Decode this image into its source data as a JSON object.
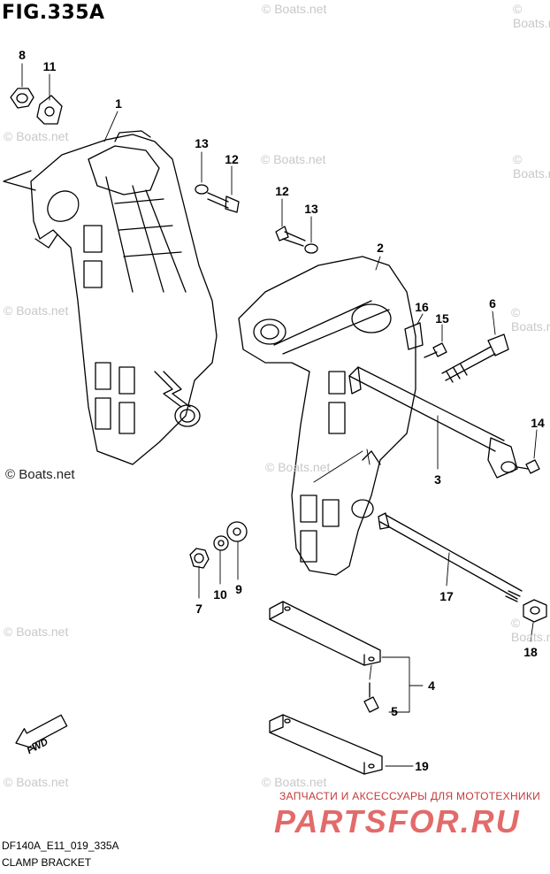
{
  "figure": {
    "title": "FIG.335A",
    "code": "DF140A_E11_019_335A",
    "caption": "CLAMP BRACKET"
  },
  "watermarks": {
    "boats_small": "© Boats.net",
    "boats_dark": "© Boats.net",
    "promo_line": "ЗАПЧАСТИ И АКСЕССУАРЫ ДЛЯ МОТОТЕХНИКИ",
    "brand": "PARTSFOR.RU"
  },
  "fwd_label": "FWD",
  "callouts": [
    {
      "id": "c8",
      "label": "8"
    },
    {
      "id": "c11",
      "label": "11"
    },
    {
      "id": "c1",
      "label": "1"
    },
    {
      "id": "c13a",
      "label": "13"
    },
    {
      "id": "c12a",
      "label": "12"
    },
    {
      "id": "c12b",
      "label": "12"
    },
    {
      "id": "c13b",
      "label": "13"
    },
    {
      "id": "c2",
      "label": "2"
    },
    {
      "id": "c16",
      "label": "16"
    },
    {
      "id": "c15",
      "label": "15"
    },
    {
      "id": "c6",
      "label": "6"
    },
    {
      "id": "c14",
      "label": "14"
    },
    {
      "id": "c3",
      "label": "3"
    },
    {
      "id": "c17",
      "label": "17"
    },
    {
      "id": "c7",
      "label": "7"
    },
    {
      "id": "c10",
      "label": "10"
    },
    {
      "id": "c9",
      "label": "9"
    },
    {
      "id": "c18",
      "label": "18"
    },
    {
      "id": "c4",
      "label": "4"
    },
    {
      "id": "c5",
      "label": "5"
    },
    {
      "id": "c19",
      "label": "19"
    }
  ],
  "colors": {
    "line": "#000000",
    "watermark": "#c8c8c8",
    "brand": "#e36a6a"
  }
}
